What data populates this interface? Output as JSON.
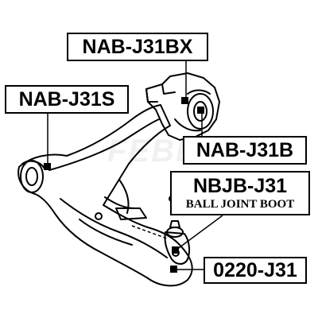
{
  "diagram": {
    "watermark": "FEBEST",
    "parts": [
      {
        "id": "bx",
        "part_number": "NAB-J31BX"
      },
      {
        "id": "s",
        "part_number": "NAB-J31S"
      },
      {
        "id": "b",
        "part_number": "NAB-J31B"
      },
      {
        "id": "bj",
        "part_number": "NBJB-J31",
        "description": "BALL JOINT BOOT"
      },
      {
        "id": "0220",
        "part_number": "0220-J31"
      }
    ],
    "colors": {
      "line": "#000000",
      "background": "#ffffff"
    }
  }
}
